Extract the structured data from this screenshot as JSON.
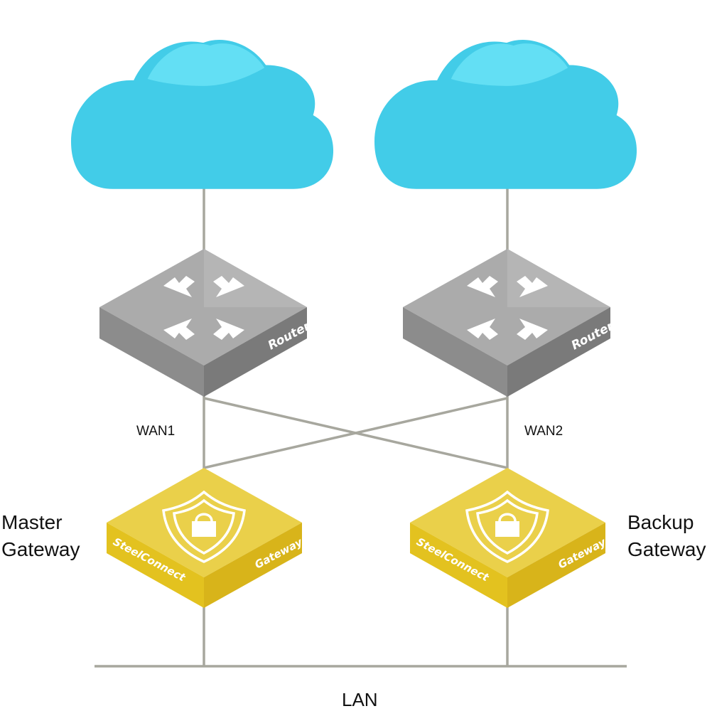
{
  "colors": {
    "cloud": "#42CCE8",
    "router": "#A6A6A6",
    "gateway": "#E8C933",
    "link": "#A7A79E"
  },
  "icons": {
    "cloud": "cloud-icon",
    "router": "router-arrows-icon",
    "gateway": "shield-lock-icon"
  },
  "routers": [
    {
      "label": "Router"
    },
    {
      "label": "Router"
    }
  ],
  "gateways": [
    {
      "brand": "SteelConnect",
      "type_label": "Gateway",
      "role_line1": "Master",
      "role_line2": "Gateway"
    },
    {
      "brand": "SteelConnect",
      "type_label": "Gateway",
      "role_line1": "Backup",
      "role_line2": "Gateway"
    }
  ],
  "links": {
    "wan1": "WAN1",
    "wan2": "WAN2"
  },
  "lan_label": "LAN"
}
